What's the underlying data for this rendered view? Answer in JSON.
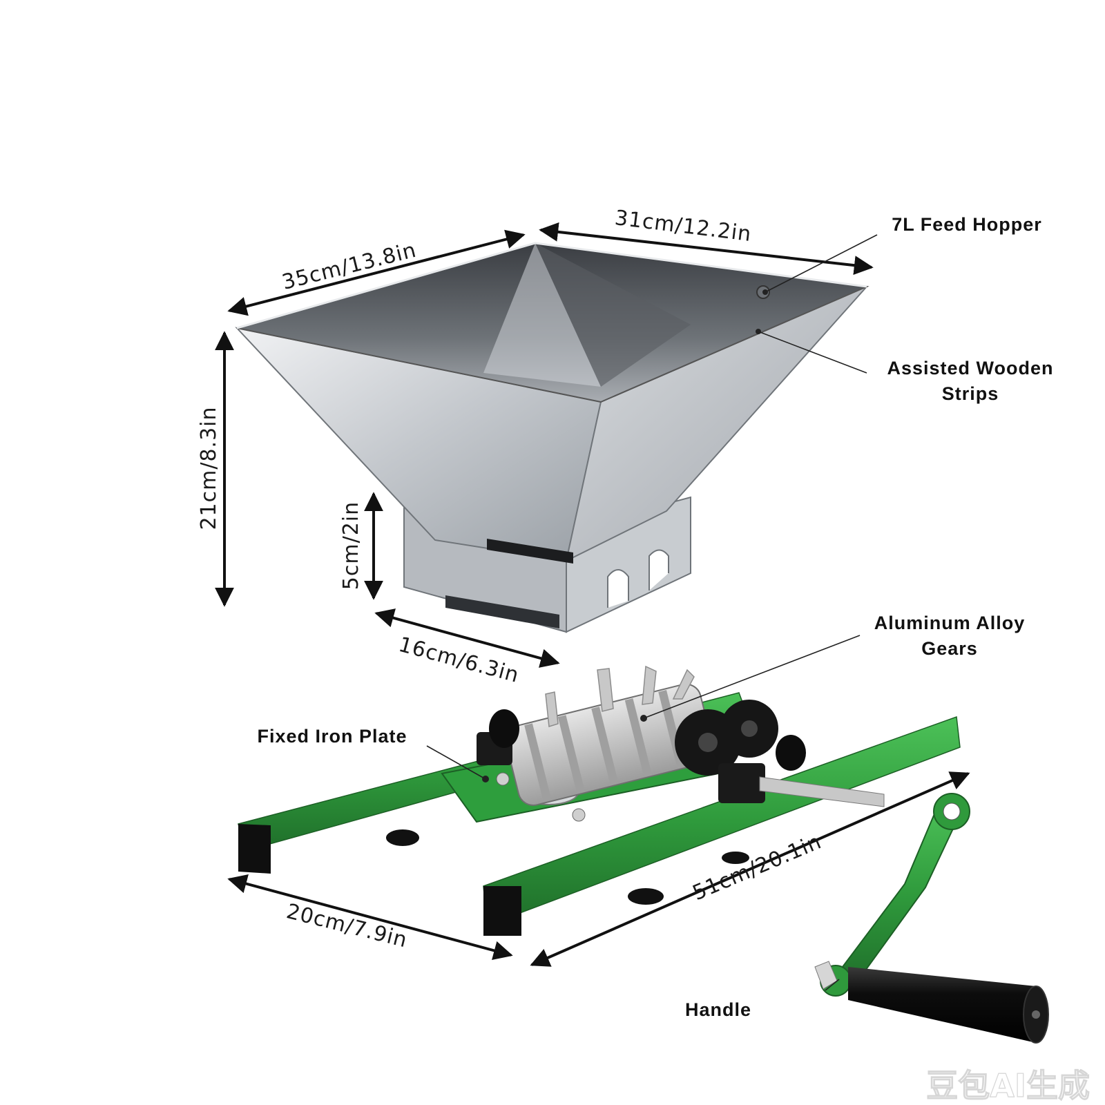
{
  "dimensions": {
    "hopper_depth": "35cm/13.8in",
    "hopper_width": "31cm/12.2in",
    "hopper_height": "21cm/8.3in",
    "outlet_height": "5cm/2in",
    "outlet_width": "16cm/6.3in",
    "base_width": "20cm/7.9in",
    "base_length": "51cm/20.1in"
  },
  "labels": {
    "feed_hopper": "7L Feed Hopper",
    "wooden_strips_line1": "Assisted Wooden",
    "wooden_strips_line2": "Strips",
    "gears_line1": "Aluminum Alloy",
    "gears_line2": "Gears",
    "iron_plate": "Fixed Iron Plate",
    "handle": "Handle"
  },
  "watermark": "豆包AI生成",
  "colors": {
    "frame_green": "#2f9a3c",
    "steel": "#c9cdd2",
    "rubber_black": "#141414",
    "gear_aluminum": "#c4c4c4"
  }
}
